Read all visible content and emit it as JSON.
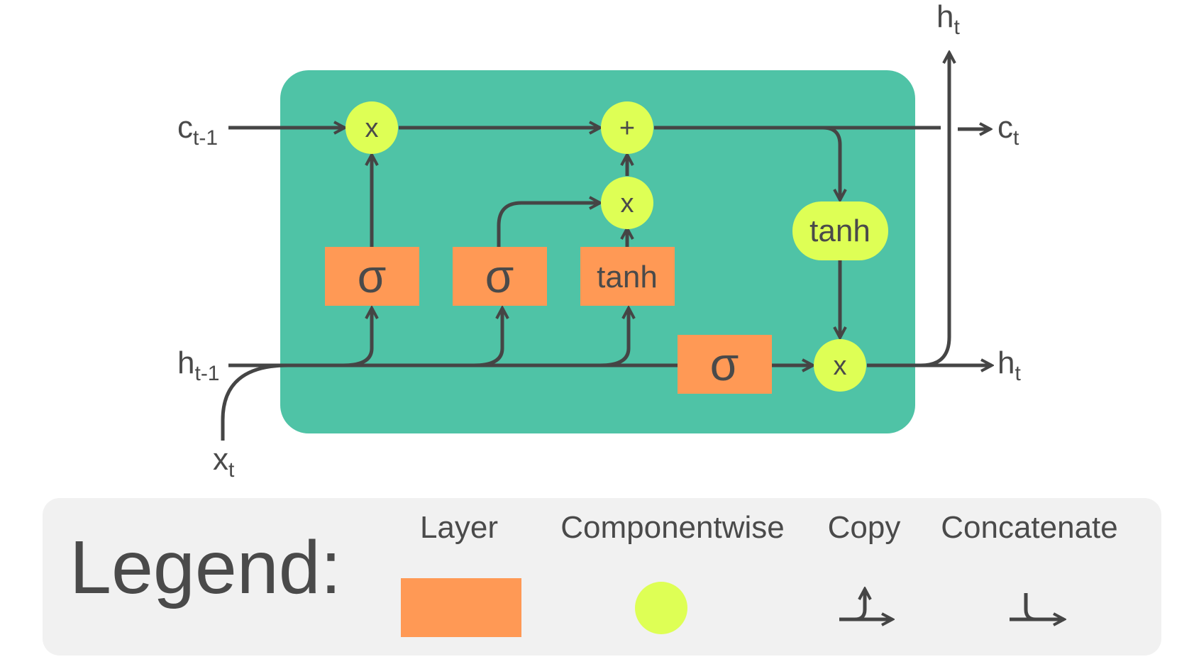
{
  "colors": {
    "cell": "#4fc3a6",
    "layer": "#ff9955",
    "componentwise": "#deff55",
    "wire": "#454545",
    "legend_bg": "#f1f1f1",
    "text": "#4a4a4a"
  },
  "inputs": {
    "c_prev": {
      "base": "c",
      "sub": "t-1"
    },
    "h_prev": {
      "base": "h",
      "sub": "t-1"
    },
    "x": {
      "base": "x",
      "sub": "t"
    }
  },
  "outputs": {
    "c": {
      "base": "c",
      "sub": "t"
    },
    "h_right": {
      "base": "h",
      "sub": "t"
    },
    "h_top": {
      "base": "h",
      "sub": "t"
    }
  },
  "layers": {
    "forget_gate": "σ",
    "input_gate": "σ",
    "candidate": "tanh",
    "output_gate": "σ"
  },
  "ops": {
    "forget_mult": "x",
    "add": "+",
    "input_mult": "x",
    "cell_tanh": "tanh",
    "output_mult": "x"
  },
  "legend": {
    "title": "Legend:",
    "items": {
      "layer": "Layer",
      "componentwise": "Componentwise",
      "copy": "Copy",
      "concatenate": "Concatenate"
    }
  }
}
